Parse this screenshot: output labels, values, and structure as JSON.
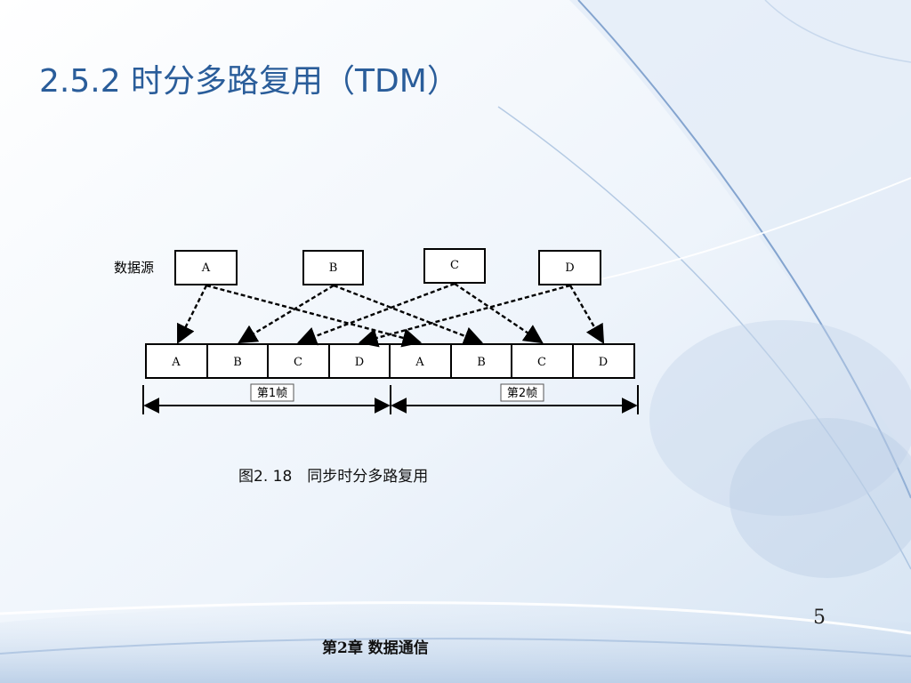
{
  "slide": {
    "title": "2.5.2 时分多路复用（TDM）",
    "caption": "图2. 18　同步时分多路复用",
    "page_number": "5",
    "footer": "第2章  数据通信"
  },
  "diagram": {
    "source_label": "数据源",
    "sources": [
      "A",
      "B",
      "C",
      "D"
    ],
    "slots": [
      "A",
      "B",
      "C",
      "D",
      "A",
      "B",
      "C",
      "D"
    ],
    "frames": [
      "第1帧",
      "第2帧"
    ]
  }
}
